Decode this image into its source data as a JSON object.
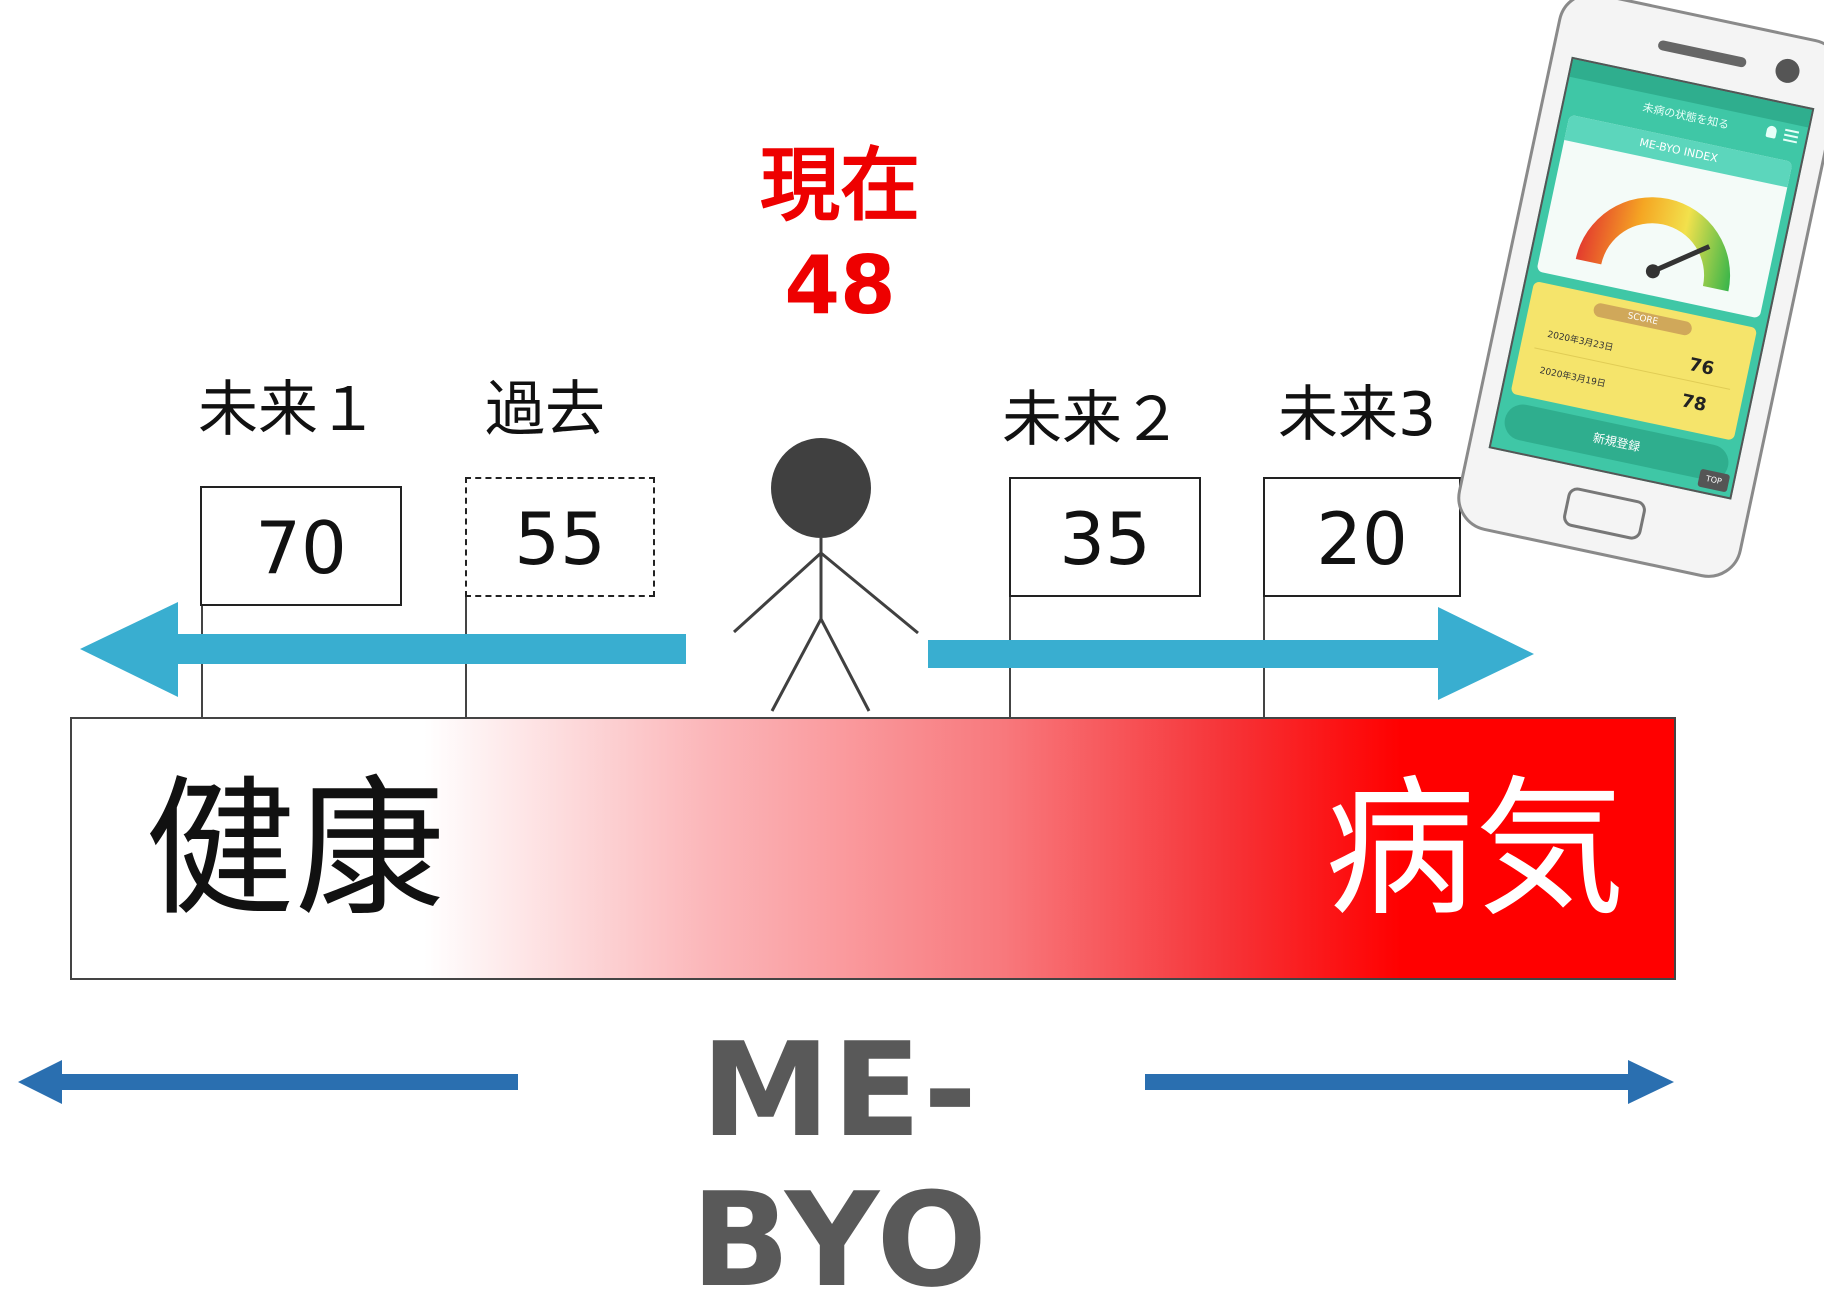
{
  "current": {
    "label": "現在",
    "value": "48"
  },
  "markers": [
    {
      "id": "future1",
      "label": "未来１",
      "value": "70",
      "dashed": false
    },
    {
      "id": "past",
      "label": "過去",
      "value": "55",
      "dashed": true
    },
    {
      "id": "future2",
      "label": "未来２",
      "value": "35",
      "dashed": false
    },
    {
      "id": "future3",
      "label": "未来3",
      "value": "20",
      "dashed": false
    }
  ],
  "scale": {
    "left_label": "健康",
    "right_label": "病気",
    "gradient_colors": [
      "#ffffff",
      "#ff0000"
    ]
  },
  "footer": {
    "title": "ME-BYO"
  },
  "colors": {
    "current_text": "#ee0000",
    "direction_arrows": "#39aed0",
    "footer_arrows": "#2a6fb0",
    "footer_text": "#595959"
  },
  "phone": {
    "screen_title": "未病の状態を知る",
    "index_title": "ME-BYO INDEX",
    "score_badge": "SCORE",
    "scores": [
      {
        "date": "2020年3月23日",
        "value": "76"
      },
      {
        "date": "2020年3月19日",
        "value": "78"
      }
    ],
    "register_label": "新規登録",
    "top_label": "TOP"
  }
}
